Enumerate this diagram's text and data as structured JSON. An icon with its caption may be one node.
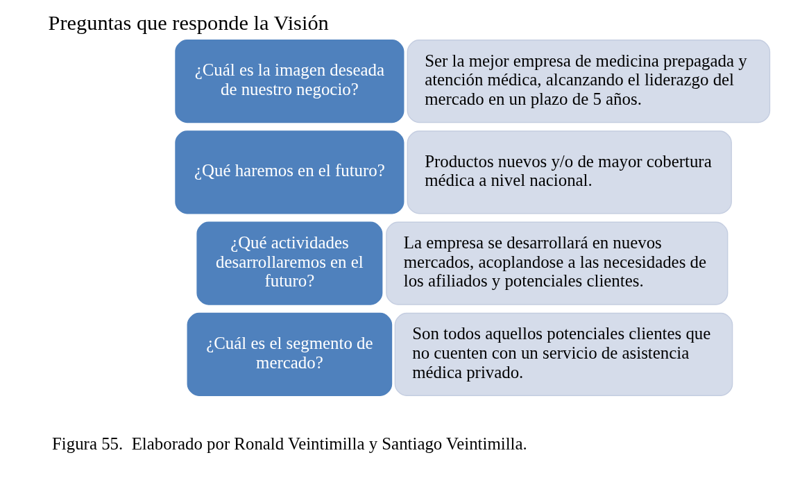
{
  "diagram": {
    "title": "Preguntas que responde la Visión",
    "caption": "Figura 55.  Elaborado por Ronald Veintimilla y Santiago Veintimilla.",
    "nodes": [
      {
        "text": [
          "¿Cuál es la imagen deseada de nuestro negocio?"
        ]
      },
      {
        "text": [
          "Ser la mejor empresa de medicina prepagada y atención médica, alcanzando el liderazgo del mercado en un plazo de 5 años."
        ]
      },
      {
        "text": [
          "¿Qué haremos en el futuro?"
        ]
      },
      {
        "text": [
          "Productos nuevos y/o de mayor cobertura médica a nivel nacional."
        ]
      },
      {
        "text": [
          "¿Qué actividades desarrollaremos en el futuro?"
        ]
      },
      {
        "text": [
          "La empresa se desarrollará en nuevos mercados, acoplandose a las necesidades de los afiliados y potenciales clientes."
        ]
      },
      {
        "text": [
          "¿Cuál es el segmento de mercado?"
        ]
      },
      {
        "text": [
          "Son todos aquellos potenciales clientes que no cuenten con un servicio de asistencia médica privado."
        ]
      }
    ],
    "edges": []
  }
}
